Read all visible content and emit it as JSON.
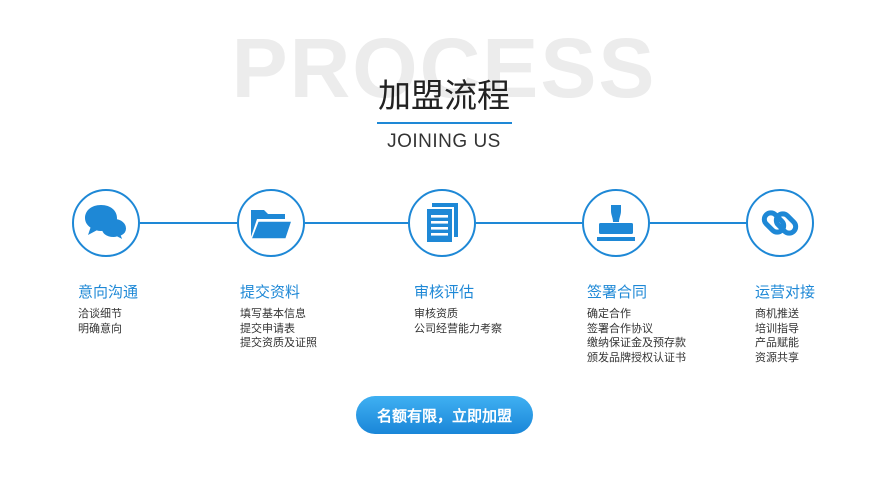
{
  "header": {
    "watermark": "PROCESS",
    "title": "加盟流程",
    "subtitle": "JOINING US"
  },
  "colors": {
    "accent": "#1e88d6",
    "watermark": "#ececec"
  },
  "steps": [
    {
      "icon": "chat-bubbles-icon",
      "title": "意向沟通",
      "lines": [
        "洽谈细节",
        "明确意向"
      ]
    },
    {
      "icon": "folder-icon",
      "title": "提交资料",
      "lines": [
        "填写基本信息",
        "提交申请表",
        "提交资质及证照"
      ]
    },
    {
      "icon": "document-list-icon",
      "title": "审核评估",
      "lines": [
        "审核资质",
        "公司经营能力考察"
      ]
    },
    {
      "icon": "stamp-icon",
      "title": "签署合同",
      "lines": [
        "确定合作",
        "签署合作协议",
        "缴纳保证金及预存款",
        "颁发品牌授权认证书"
      ]
    },
    {
      "icon": "link-icon",
      "title": "运营对接",
      "lines": [
        "商机推送",
        "培训指导",
        "产品赋能",
        "资源共享"
      ]
    }
  ],
  "cta": {
    "label": "名额有限，立即加盟"
  }
}
